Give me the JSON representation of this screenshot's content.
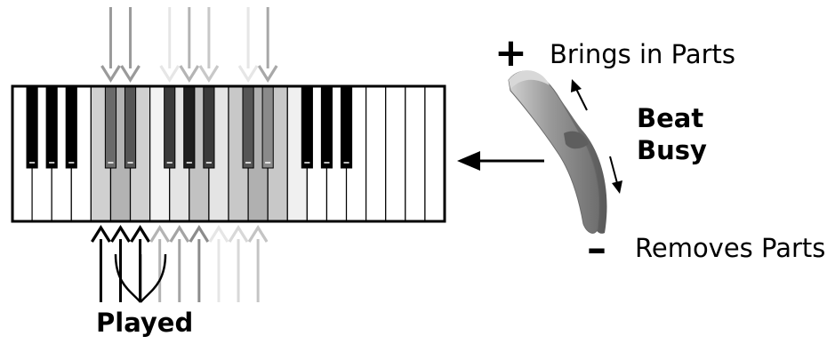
{
  "labels": {
    "brings_in": "Brings in Parts",
    "removes": "Removes Parts",
    "played": "Played",
    "knob_line1": "Beat",
    "knob_line2": "Busy",
    "plus": "+",
    "minus": "–"
  },
  "keyboard": {
    "white_key_count": 22,
    "white_key_fills": [
      "#ffffff",
      "#ffffff",
      "#ffffff",
      "#ffffff",
      "#d0d0d0",
      "#b3b3b3",
      "#d0d0d0",
      "#f2f2f2",
      "#e4e4e4",
      "#c2c2c2",
      "#e4e4e4",
      "#c8c8c8",
      "#b0b0b0",
      "#c8c8c8",
      "#f0f0f0",
      "#ffffff",
      "#ffffff",
      "#ffffff",
      "#ffffff",
      "#ffffff",
      "#ffffff",
      "#ffffff"
    ],
    "black_keys": [
      {
        "after_white": 0,
        "fill": "#000000"
      },
      {
        "after_white": 1,
        "fill": "#000000"
      },
      {
        "after_white": 2,
        "fill": "#000000"
      },
      {
        "after_white": 4,
        "fill": "#6a6a6a"
      },
      {
        "after_white": 5,
        "fill": "#555555"
      },
      {
        "after_white": 7,
        "fill": "#3a3a3a"
      },
      {
        "after_white": 8,
        "fill": "#1e1e1e"
      },
      {
        "after_white": 9,
        "fill": "#3a3a3a"
      },
      {
        "after_white": 11,
        "fill": "#555555"
      },
      {
        "after_white": 12,
        "fill": "#8a8a8a"
      },
      {
        "after_white": 14,
        "fill": "#000000"
      },
      {
        "after_white": 15,
        "fill": "#000000"
      },
      {
        "after_white": 16,
        "fill": "#000000"
      }
    ]
  },
  "top_arrows": [
    {
      "key": "black-3",
      "color": "#9a9a9a"
    },
    {
      "key": "black-4",
      "color": "#9a9a9a"
    },
    {
      "key": "black-5",
      "color": "#e6e6e6"
    },
    {
      "key": "black-6",
      "color": "#b4b4b4"
    },
    {
      "key": "black-7",
      "color": "#c8c8c8"
    },
    {
      "key": "black-8",
      "color": "#e6e6e6"
    },
    {
      "key": "black-9",
      "color": "#a8a8a8"
    }
  ],
  "bottom_arrows": [
    {
      "key": "white-4",
      "color": "#000000"
    },
    {
      "key": "white-5",
      "color": "#000000"
    },
    {
      "key": "white-6",
      "color": "#000000"
    },
    {
      "key": "white-7",
      "color": "#b4b4b4"
    },
    {
      "key": "white-8",
      "color": "#a4a4a4"
    },
    {
      "key": "white-9",
      "color": "#8c8c8c"
    },
    {
      "key": "white-10",
      "color": "#e6e6e6"
    },
    {
      "key": "white-11",
      "color": "#d8d8d8"
    },
    {
      "key": "white-12",
      "color": "#c4c4c4"
    }
  ],
  "colors": {
    "ink": "#000000",
    "knob_face": "#909090",
    "knob_top": "#d6d6d6"
  }
}
